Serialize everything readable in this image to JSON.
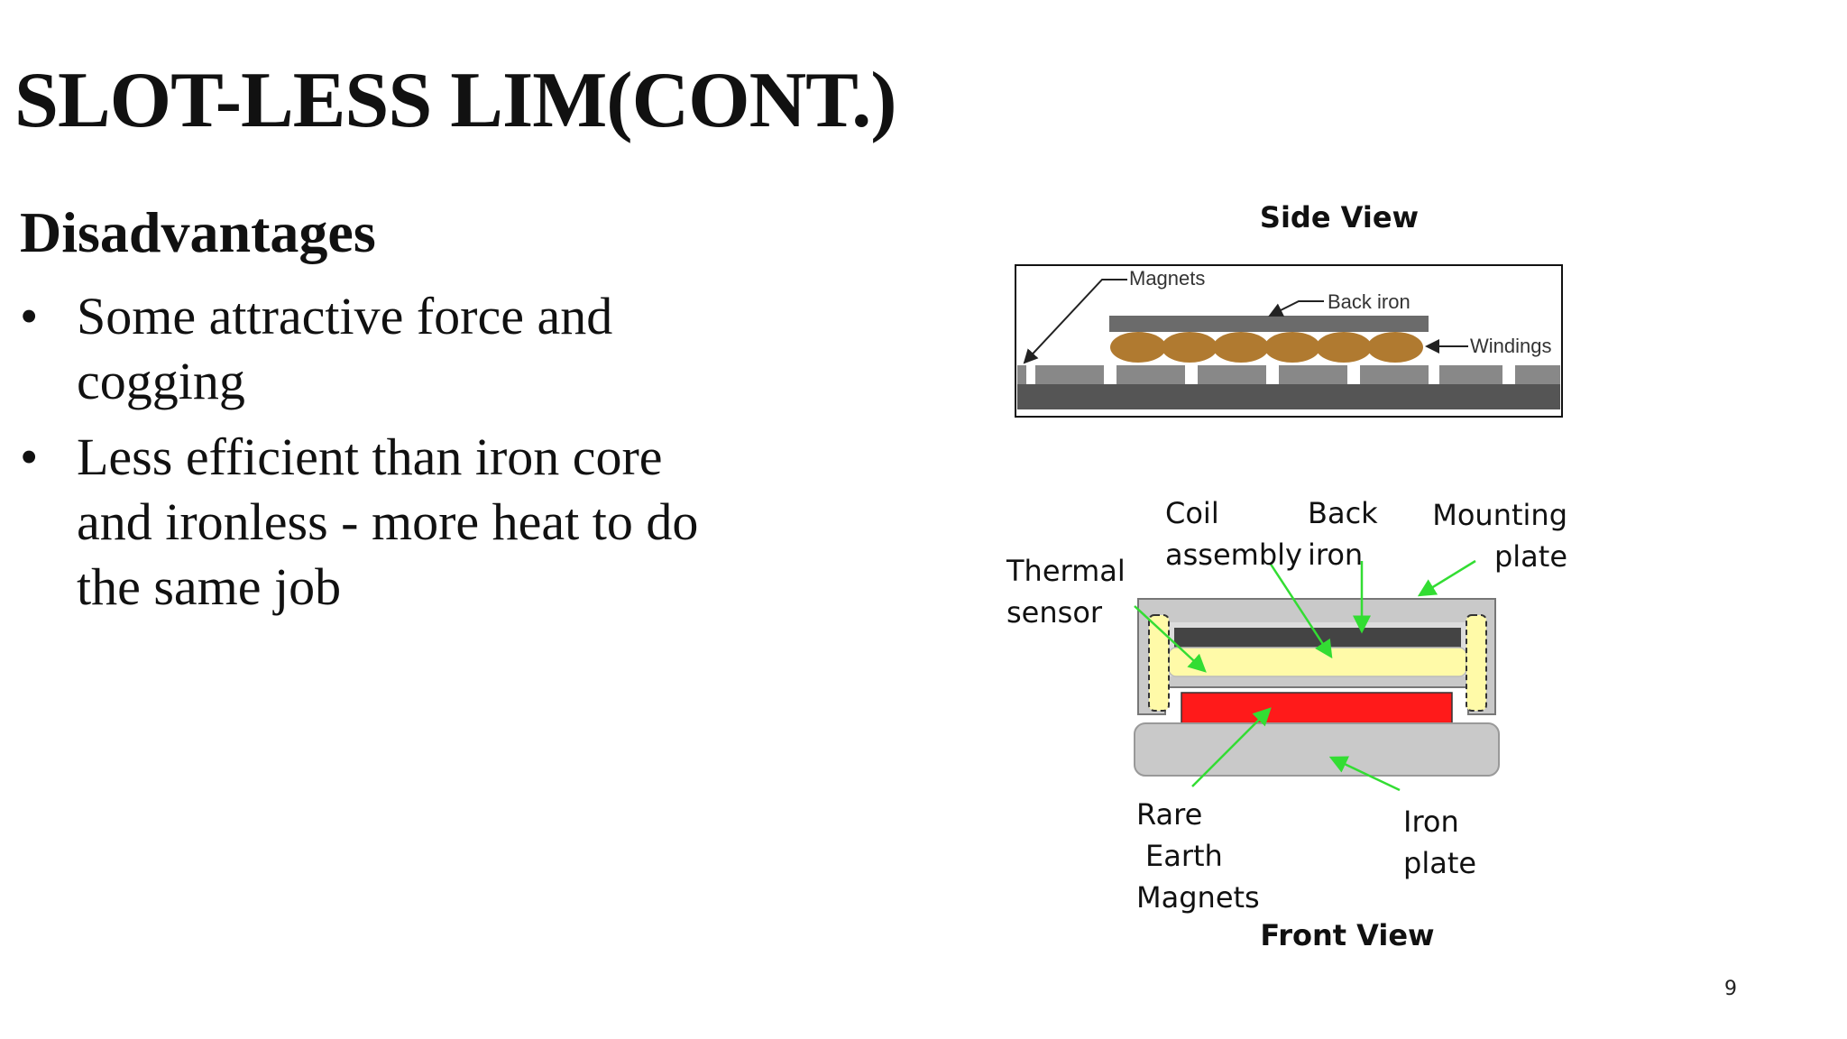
{
  "slide": {
    "title": "SLOT-LESS LIM(CONT.)",
    "subheading": "Disadvantages",
    "bullets": [
      {
        "marker": "•",
        "line1": "Some attractive force and",
        "line2": "cogging"
      },
      {
        "marker": "•",
        "line1": "Less efficient than iron core",
        "line2": "and ironless - more heat to do",
        "line3": "the same job"
      }
    ],
    "page_number": "9"
  },
  "figure": {
    "side_view": {
      "caption": "Side View",
      "labels": {
        "magnets": "Magnets",
        "back_iron": "Back iron",
        "windings": "Windings"
      }
    },
    "front_view": {
      "caption": "Front View",
      "labels": {
        "coil_1": "Coil",
        "coil_2": "assembly",
        "back_iron_1": "Back",
        "back_iron_2": "iron",
        "mounting_1": "Mounting",
        "mounting_2": "plate",
        "thermal_1": "Thermal",
        "thermal_2": "sensor",
        "rare_1": "Rare",
        "rare_2": "Earth",
        "rare_3": "Magnets",
        "iron_plate_1": "Iron",
        "iron_plate_2": "plate"
      }
    },
    "colors": {
      "magnet_red": "#ff1a1a",
      "coil_yellow": "#fffaa8",
      "pointer_green": "#33dd33",
      "winding_brown": "#b07a30"
    }
  }
}
